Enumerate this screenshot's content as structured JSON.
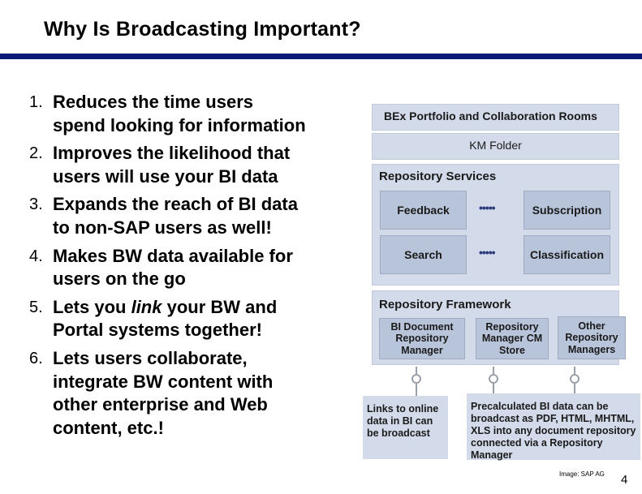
{
  "title": "Why Is Broadcasting Important?",
  "list": [
    {
      "num": "1.",
      "text": "Reduces the time users spend looking for information"
    },
    {
      "num": "2.",
      "text": "Improves the likelihood that users will use your BI data"
    },
    {
      "num": "3.",
      "text": "Expands the reach of BI data to non-SAP users as well!"
    },
    {
      "num": "4.",
      "text": "Makes BW data available for users on the go"
    },
    {
      "num": "5.",
      "pre": "Lets you ",
      "em": "link",
      "post": " your BW and Portal systems together!"
    },
    {
      "num": "6.",
      "text": "Lets users collaborate, integrate BW content with other enterprise and Web content, etc.!"
    }
  ],
  "diagram": {
    "portfolio": "BEx Portfolio and Collaboration Rooms",
    "km_folder": "KM Folder",
    "repository_services": "Repository Services",
    "feedback": "Feedback",
    "subscription": "Subscription",
    "search": "Search",
    "classification": "Classification",
    "connector_dots": "•••••",
    "repository_framework": "Repository Framework",
    "bi_document": "BI Document Repository Manager",
    "repository_cm": "Repository Manager CM Store",
    "other_repository": "Other Repository Managers",
    "note_links": "Links to online data in BI can be broadcast",
    "note_precalc": "Precalculated BI data can be broadcast as PDF, HTML, MHTML, XLS into any document repository connected via a Repository Manager"
  },
  "credit": "Image: SAP AG",
  "page_number": "4",
  "colors": {
    "title_bar": "#0c1b77",
    "band": "#d3dbea",
    "inner_box": "#b8c4da"
  }
}
